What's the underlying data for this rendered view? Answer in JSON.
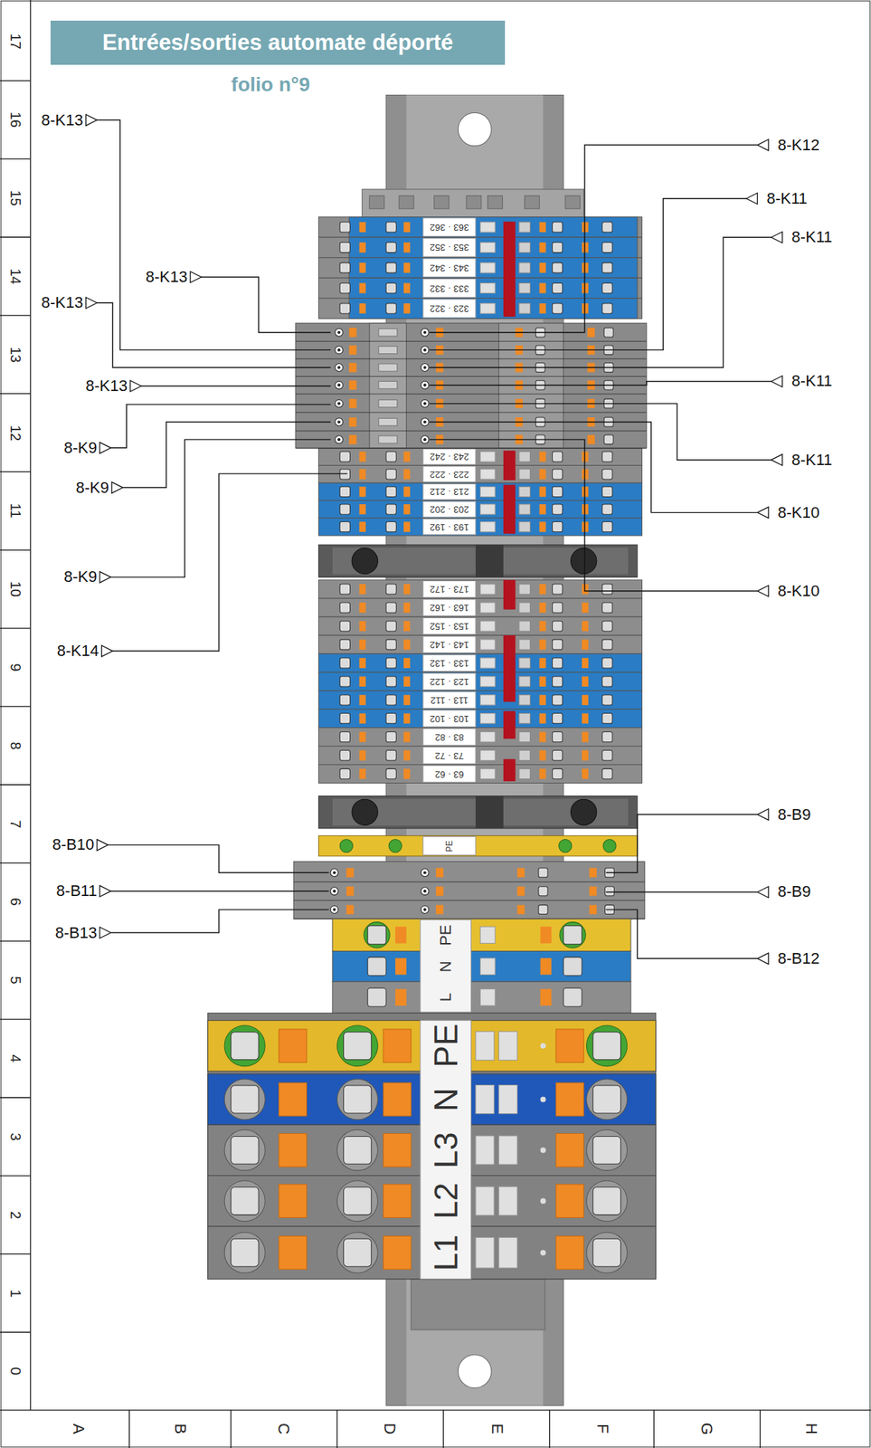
{
  "diagram": {
    "title": "Entrées/sorties automate déporté",
    "labels": [
      "folio n°9",
      "17",
      "16",
      "15",
      "14",
      "13",
      "12",
      "11",
      "10",
      "9",
      "8",
      "7",
      "6",
      "5",
      "4",
      "3",
      "2",
      "1",
      "0",
      "A",
      "B",
      "C",
      "D",
      "E",
      "F",
      "G",
      "H",
      "8-K13",
      "8-K13",
      "8-K13",
      "8-K13",
      "8-K9",
      "8-K9",
      "8-K9",
      "8-K14",
      "8-B10",
      "8-B11",
      "8-B13",
      "8-K12",
      "8-K11",
      "8-K11",
      "8-K11",
      "8-K11",
      "8-K10",
      "8-K10",
      "8-B9",
      "8-B9",
      "8-B12",
      "363 · 362",
      "353 · 352",
      "343 · 342",
      "333 · 332",
      "323 · 322",
      "243 · 242",
      "223 · 222",
      "213 · 212",
      "203 · 202",
      "193 · 192",
      "173 · 172",
      "163 · 162",
      "153 · 152",
      "143 · 142",
      "133 · 132",
      "123 · 122",
      "113 · 112",
      "103 · 102",
      "83 · 82",
      "73 · 72",
      "63 · 62",
      "PE",
      "PE",
      "N",
      "L",
      "PE",
      "N",
      "L3",
      "L2",
      "L1"
    ]
  }
}
